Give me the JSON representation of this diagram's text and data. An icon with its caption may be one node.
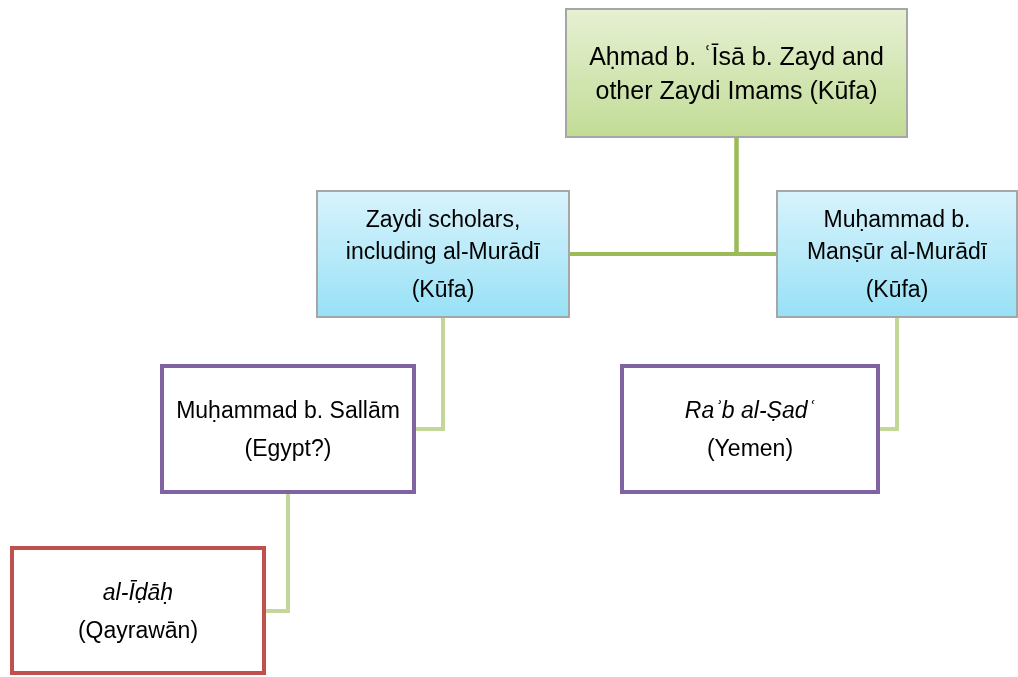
{
  "diagram": {
    "nodes": [
      {
        "text": [
          "Aḥmad b. ʿĪsā b. Zayd and other Zaydi Imams (Kūfa)"
        ]
      },
      {
        "text": [
          "Zaydi scholars, including al-Murādī",
          "(Kūfa)"
        ]
      },
      {
        "text": [
          "Muḥammad b. Manṣūr al-Murādī",
          "(Kūfa)"
        ]
      },
      {
        "text": [
          "Muḥammad b. Sallām",
          "(Egypt?)"
        ]
      },
      {
        "text": [
          "Raʾb al-Ṣadʿ",
          "(Yemen)"
        ]
      },
      {
        "text": [
          "al-Īḍāḥ",
          "(Qayrawān)"
        ]
      }
    ],
    "edges": [
      {
        "from": 0,
        "to": 1,
        "arrow": "none",
        "color": "#9bbb59"
      },
      {
        "from": 0,
        "to": 2,
        "arrow": "none",
        "color": "#9bbb59"
      },
      {
        "from": 1,
        "to": 3,
        "arrow": "none"
      },
      {
        "from": 2,
        "to": 4,
        "arrow": "none"
      },
      {
        "from": 3,
        "to": 5,
        "arrow": "none"
      }
    ]
  }
}
